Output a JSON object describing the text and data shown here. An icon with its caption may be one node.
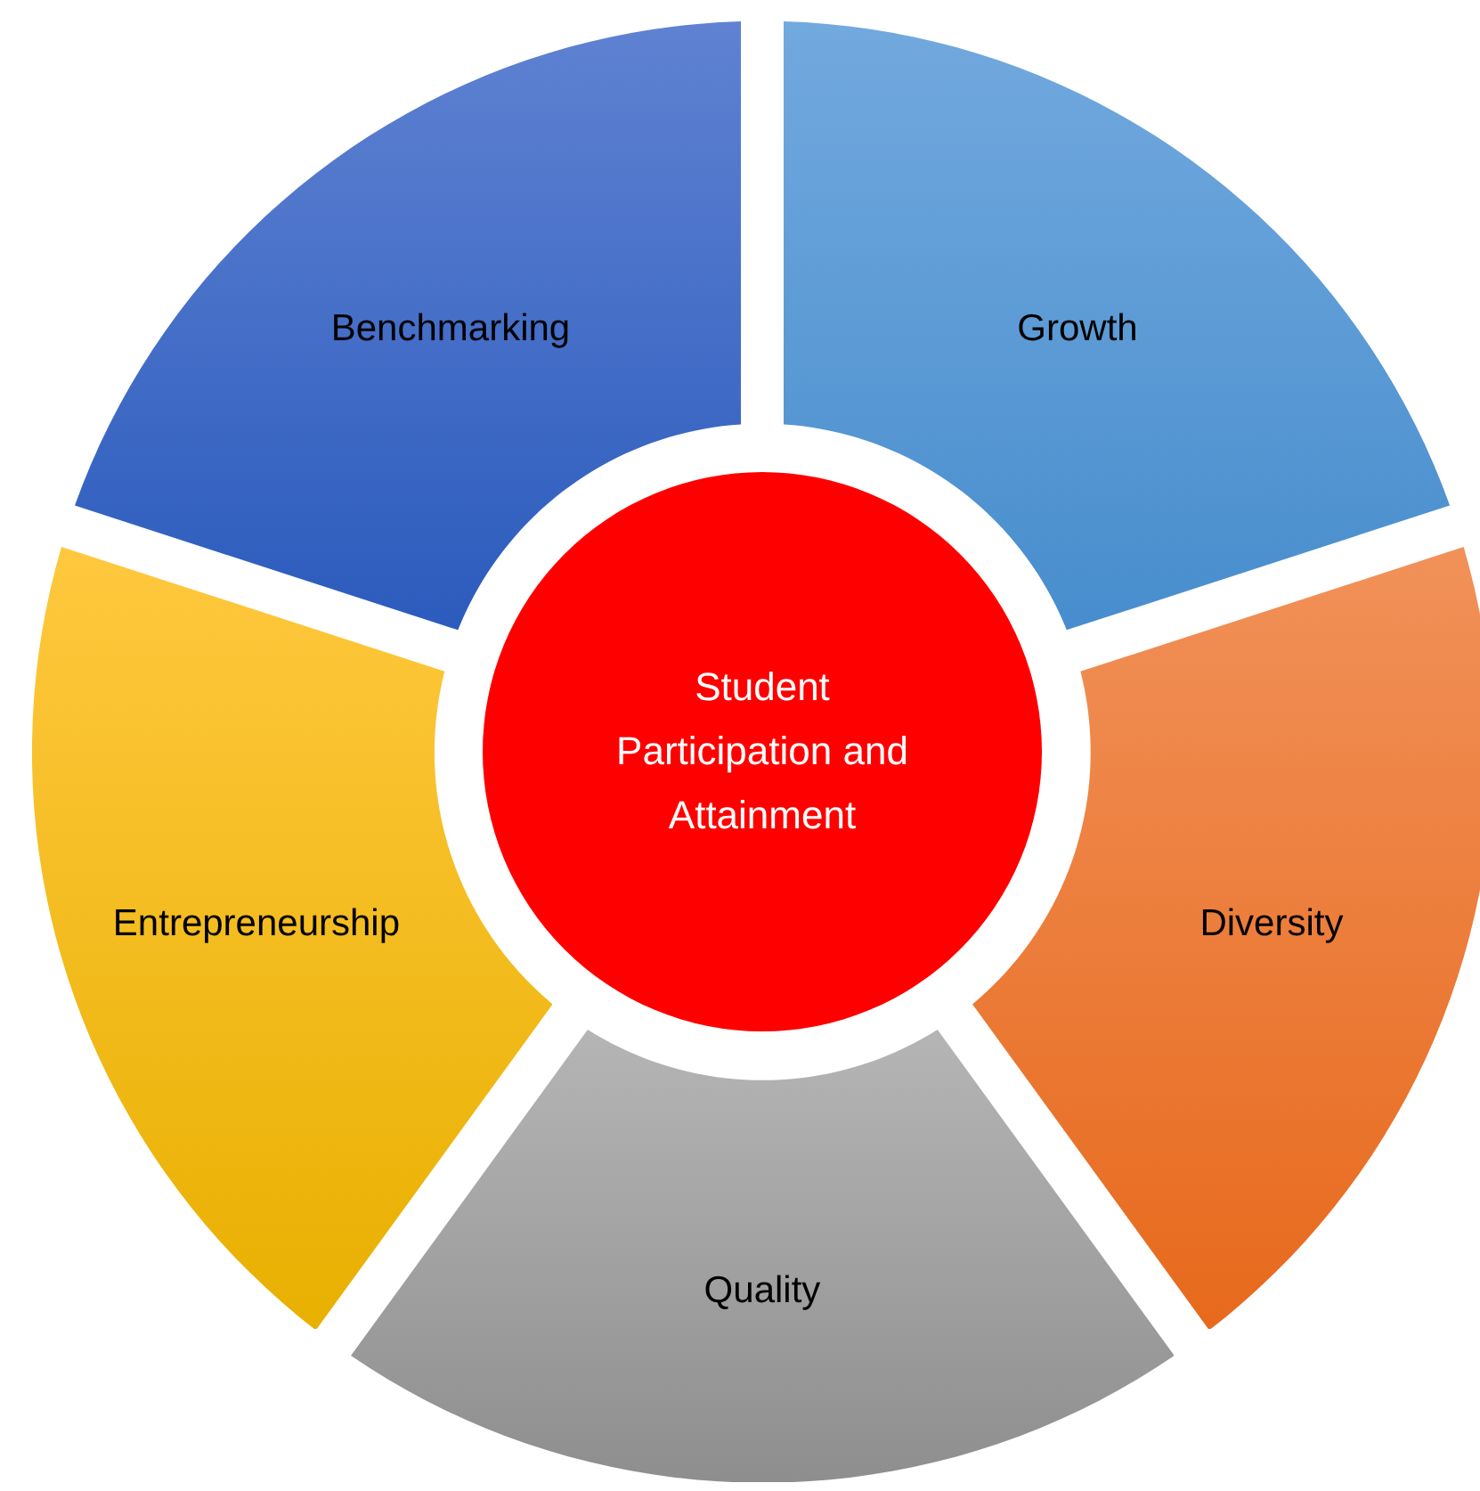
{
  "diagram": {
    "nodes": [
      {
        "text": [
          "Benchmarking"
        ]
      },
      {
        "text": [
          "Growth"
        ]
      },
      {
        "text": [
          "Student Participation and Attainment"
        ]
      },
      {
        "text": [
          "Entrepreneurship"
        ]
      },
      {
        "text": [
          "Diversity"
        ]
      },
      {
        "text": [
          "Quality"
        ]
      }
    ]
  }
}
